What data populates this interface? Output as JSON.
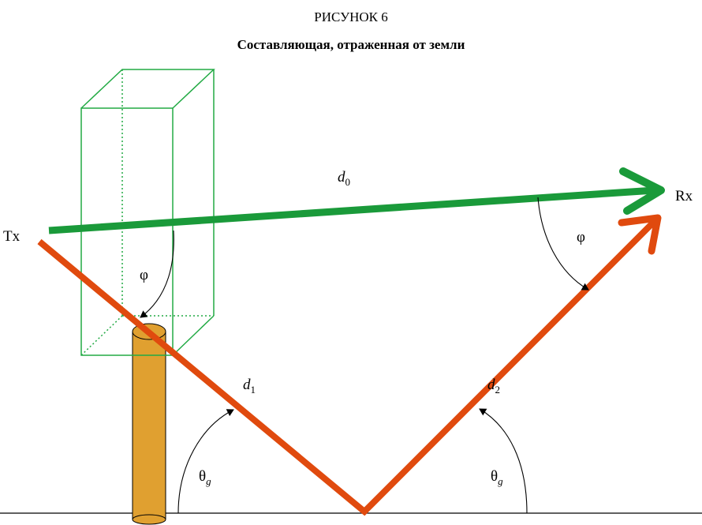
{
  "figure": {
    "label": "РИСУНОК 6",
    "title": "Составляющая, отраженная от земли"
  },
  "labels": {
    "tx": "Tx",
    "rx": "Rx",
    "d0": "d",
    "d0_sub": "0",
    "d1": "d",
    "d1_sub": "1",
    "d2": "d",
    "d2_sub": "2",
    "phi": "φ",
    "theta": "θ",
    "theta_sub": "g"
  },
  "colors": {
    "direct_ray": "#1a9a3a",
    "reflected_ray": "#e04a0e",
    "box": "#22aa44",
    "pole": "#e0a030",
    "ground": "#000000"
  }
}
